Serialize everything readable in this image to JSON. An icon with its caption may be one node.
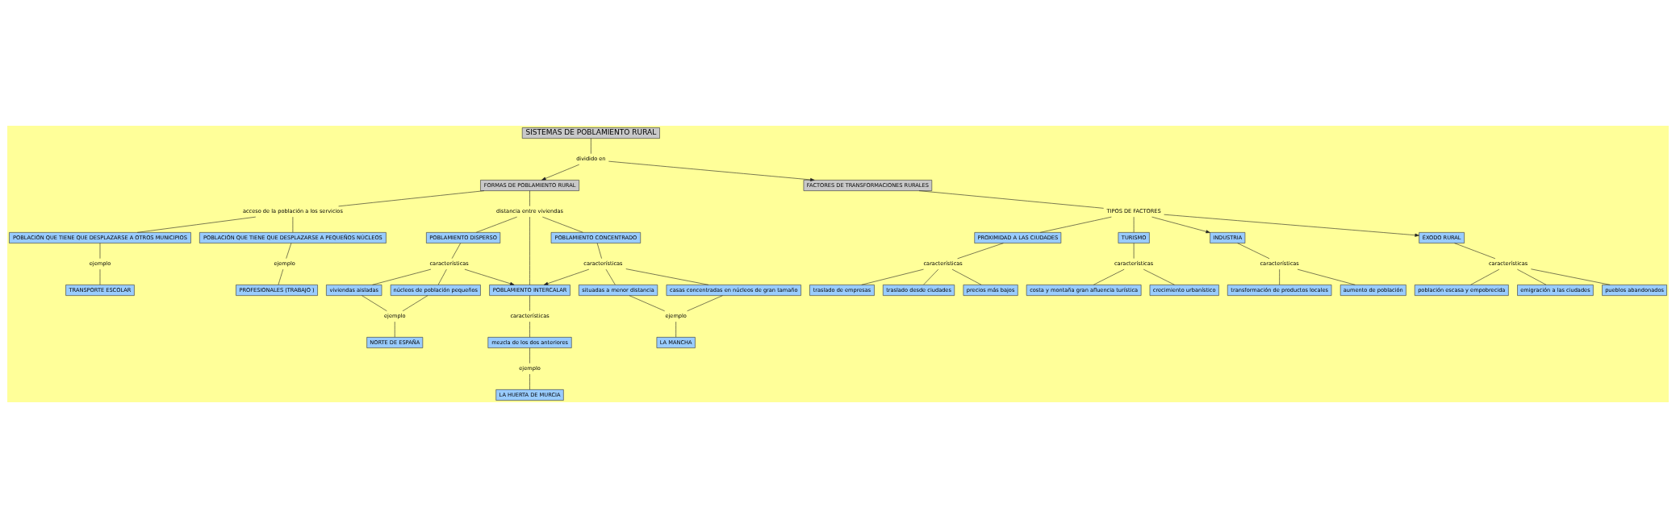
{
  "diagram": {
    "nodes": [
      {
        "text": [
          "SISTEMAS DE POBLAMIENTO RURAL"
        ]
      },
      {
        "text": [
          "dividido en"
        ]
      },
      {
        "text": [
          "FORMAS DE POBLAMIENTO RURAL"
        ]
      },
      {
        "text": [
          "FACTORES DE TRANSFORMACIONES RURALES"
        ]
      },
      {
        "text": [
          "distancia entre viviendas"
        ]
      },
      {
        "text": [
          "acceso de la población a los servicios"
        ]
      },
      {
        "text": [
          "TIPOS DE FACTORES"
        ]
      },
      {
        "text": [
          "POBLAMIENTO DISPERSO"
        ]
      },
      {
        "text": [
          "POBLAMIENTO INTERCALAR"
        ]
      },
      {
        "text": [
          "POBLAMIENTO CONCENTRADO"
        ]
      },
      {
        "text": [
          "POBLACIÓN QUE TIENE QUE DESPLAZARSE A OTROS MUNICIPIOS"
        ]
      },
      {
        "text": [
          "POBLACIÓN QUE TIENE QUE DESPLAZARSE A PEQUEÑOS NÚCLEOS"
        ]
      },
      {
        "text": [
          "ÉXODO RURAL"
        ]
      },
      {
        "text": [
          "PROXIMIDAD A LAS CIUDADES"
        ]
      },
      {
        "text": [
          "TURISMO"
        ]
      },
      {
        "text": [
          "INDUSTRIA"
        ]
      },
      {
        "text": [
          "características"
        ]
      },
      {
        "text": [
          "características"
        ]
      },
      {
        "text": [
          "características"
        ]
      },
      {
        "text": [
          "ejemplo"
        ]
      },
      {
        "text": [
          "ejemplo"
        ]
      },
      {
        "text": [
          "características"
        ]
      },
      {
        "text": [
          "características"
        ]
      },
      {
        "text": [
          "características"
        ]
      },
      {
        "text": [
          "características"
        ]
      },
      {
        "text": [
          "núcleos de población pequeños"
        ]
      },
      {
        "text": [
          "viviendas aisladas"
        ]
      },
      {
        "text": [
          "mezcla de los dos anteriores"
        ]
      },
      {
        "text": [
          "casas concentradas en núcleos de gran tamaño"
        ]
      },
      {
        "text": [
          "situadas a menor distancia"
        ]
      },
      {
        "text": [
          "emigración a las ciudades"
        ]
      },
      {
        "text": [
          "pueblos abandonados"
        ]
      },
      {
        "text": [
          "población escasa y empobrecida"
        ]
      },
      {
        "text": [
          "traslado desde ciudades"
        ]
      },
      {
        "text": [
          "precios más bajos"
        ]
      },
      {
        "text": [
          "traslado de empresas"
        ]
      },
      {
        "text": [
          "costa y montaña gran afluencia turística"
        ]
      },
      {
        "text": [
          "crecimiento urbanístico"
        ]
      },
      {
        "text": [
          "transformación de productos locales"
        ]
      },
      {
        "text": [
          "aumento de población"
        ]
      },
      {
        "text": [
          "ejemplo"
        ]
      },
      {
        "text": [
          "ejemplo"
        ]
      },
      {
        "text": [
          "ejemplo"
        ]
      },
      {
        "text": [
          "TRANSPORTE ESCOLAR"
        ]
      },
      {
        "text": [
          "PROFESIONALES (TRABAJO )"
        ]
      },
      {
        "text": [
          "NORTE DE ESPAÑA"
        ]
      },
      {
        "text": [
          "LA HUERTA DE MURCIA"
        ]
      },
      {
        "text": [
          "LA MANCHA"
        ]
      }
    ],
    "edges": [
      {
        "from": 0,
        "to": 1,
        "arrow": "none"
      },
      {
        "from": 1,
        "to": 2,
        "arrow": "to"
      },
      {
        "from": 1,
        "to": 3,
        "arrow": "to"
      },
      {
        "from": 2,
        "to": 4,
        "arrow": "none"
      },
      {
        "from": 2,
        "to": 5,
        "arrow": "none"
      },
      {
        "from": 3,
        "to": 6,
        "arrow": "none"
      },
      {
        "from": 4,
        "to": 7,
        "arrow": "none"
      },
      {
        "from": 4,
        "to": 8,
        "arrow": "none"
      },
      {
        "from": 4,
        "to": 9,
        "arrow": "none"
      },
      {
        "from": 5,
        "to": 10,
        "arrow": "none"
      },
      {
        "from": 5,
        "to": 11,
        "arrow": "none"
      },
      {
        "from": 6,
        "to": 12,
        "arrow": "to"
      },
      {
        "from": 6,
        "to": 13,
        "arrow": "none"
      },
      {
        "from": 6,
        "to": 14,
        "arrow": "none"
      },
      {
        "from": 6,
        "to": 15,
        "arrow": "to"
      },
      {
        "from": 7,
        "to": 16,
        "arrow": "none"
      },
      {
        "from": 16,
        "to": 8,
        "arrow": "to"
      },
      {
        "from": 8,
        "to": 17,
        "arrow": "none"
      },
      {
        "from": 9,
        "to": 18,
        "arrow": "none"
      },
      {
        "from": 18,
        "to": 8,
        "arrow": "to"
      },
      {
        "from": 10,
        "to": 19,
        "arrow": "none"
      },
      {
        "from": 11,
        "to": 20,
        "arrow": "none"
      },
      {
        "from": 12,
        "to": 21,
        "arrow": "none"
      },
      {
        "from": 13,
        "to": 22,
        "arrow": "none"
      },
      {
        "from": 14,
        "to": 23,
        "arrow": "none"
      },
      {
        "from": 15,
        "to": 24,
        "arrow": "none"
      },
      {
        "from": 16,
        "to": 25,
        "arrow": "none"
      },
      {
        "from": 16,
        "to": 26,
        "arrow": "none"
      },
      {
        "from": 17,
        "to": 27,
        "arrow": "none"
      },
      {
        "from": 18,
        "to": 28,
        "arrow": "none"
      },
      {
        "from": 18,
        "to": 29,
        "arrow": "none"
      },
      {
        "from": 19,
        "to": 43,
        "arrow": "none"
      },
      {
        "from": 20,
        "to": 44,
        "arrow": "none"
      },
      {
        "from": 21,
        "to": 30,
        "arrow": "none"
      },
      {
        "from": 21,
        "to": 31,
        "arrow": "none"
      },
      {
        "from": 21,
        "to": 32,
        "arrow": "none"
      },
      {
        "from": 22,
        "to": 33,
        "arrow": "none"
      },
      {
        "from": 22,
        "to": 34,
        "arrow": "none"
      },
      {
        "from": 22,
        "to": 35,
        "arrow": "none"
      },
      {
        "from": 23,
        "to": 36,
        "arrow": "none"
      },
      {
        "from": 23,
        "to": 37,
        "arrow": "none"
      },
      {
        "from": 24,
        "to": 38,
        "arrow": "none"
      },
      {
        "from": 24,
        "to": 39,
        "arrow": "none"
      },
      {
        "from": 25,
        "to": 40,
        "arrow": "none"
      },
      {
        "from": 26,
        "to": 40,
        "arrow": "none"
      },
      {
        "from": 40,
        "to": 45,
        "arrow": "none"
      },
      {
        "from": 27,
        "to": 41,
        "arrow": "none"
      },
      {
        "from": 41,
        "to": 46,
        "arrow": "none"
      },
      {
        "from": 28,
        "to": 42,
        "arrow": "none"
      },
      {
        "from": 29,
        "to": 42,
        "arrow": "none"
      },
      {
        "from": 42,
        "to": 47,
        "arrow": "none"
      }
    ]
  }
}
